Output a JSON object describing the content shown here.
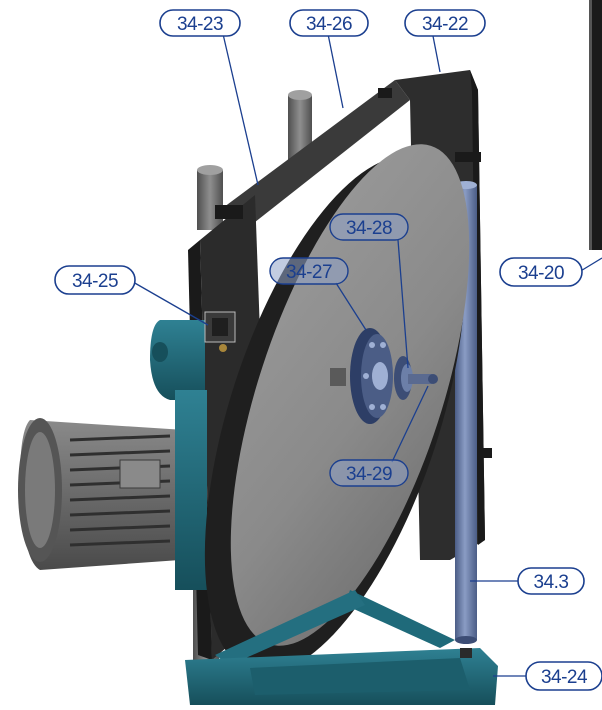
{
  "callouts": {
    "c34_23": "34-23",
    "c34_26": "34-26",
    "c34_22": "34-22",
    "c34_28": "34-28",
    "c34_25": "34-25",
    "c34_27": "34-27",
    "c34_20": "34-20",
    "c34_29": "34-29",
    "c34_3": "34.3",
    "c34_24": "34-24"
  },
  "colors": {
    "callout_blue": "#1b3f8f",
    "frame_teal": "#1f6a7a",
    "housing_dark": "#2b2b2b",
    "wheel_face": "#8c8c8c",
    "motor_grey": "#6e6e6e",
    "rod_blue": "#6c7fa8"
  }
}
